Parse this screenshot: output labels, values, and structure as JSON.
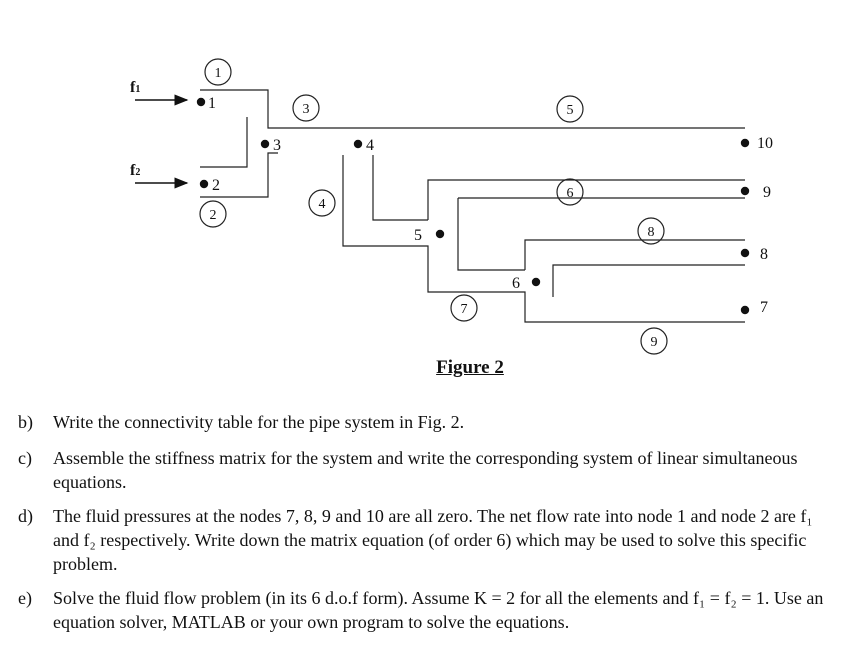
{
  "figure": {
    "caption": "Figure 2",
    "forces": [
      {
        "main": "f",
        "sub": "1"
      },
      {
        "main": "f",
        "sub": "2"
      }
    ],
    "nodes": [
      "1",
      "2",
      "3",
      "4",
      "5",
      "6",
      "7",
      "8",
      "9",
      "10"
    ],
    "elements": [
      "1",
      "2",
      "3",
      "4",
      "5",
      "6",
      "7",
      "8",
      "9"
    ]
  },
  "questions": [
    {
      "label": "b)",
      "text": "Write the connectivity table for the pipe system in Fig. 2."
    },
    {
      "label": "c)",
      "text": "Assemble the stiffness matrix for the system and write the corresponding system of linear simultaneous equations."
    },
    {
      "label": "d)",
      "text": "The fluid pressures at the nodes 7, 8, 9 and 10 are all zero. The net flow rate into node 1 and node 2 are f₁ and f₂ respectively. Write down the matrix equation (of order 6) which may be used to solve this specific problem."
    },
    {
      "label": "e)",
      "text": "Solve the fluid flow problem (in its 6 d.o.f form). Assume K = 2 for all the elements and f₁ = f₂ = 1. Use an equation solver, MATLAB or your own program to solve the equations."
    }
  ]
}
